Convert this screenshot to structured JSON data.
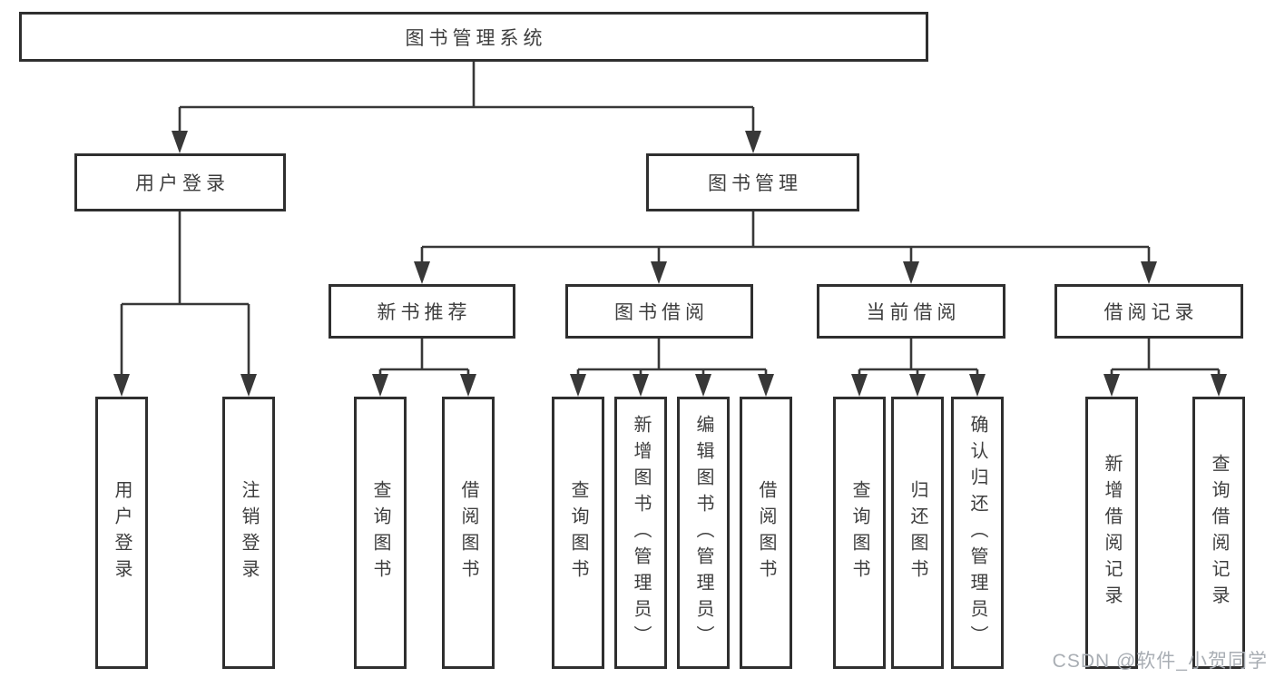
{
  "nodes": {
    "root": {
      "label": "图书管理系统"
    },
    "user_login": {
      "label": "用户登录"
    },
    "book_mgmt": {
      "label": "图书管理"
    },
    "new_book_rec": {
      "label": "新书推荐"
    },
    "book_borrow": {
      "label": "图书借阅"
    },
    "current_borrow": {
      "label": "当前借阅"
    },
    "borrow_record": {
      "label": "借阅记录"
    },
    "leaf_user_login": {
      "label": "用户登录"
    },
    "leaf_logout": {
      "label": "注销登录"
    },
    "leaf_query_book_rec": {
      "label": "查询图书"
    },
    "leaf_borrow_book_rec": {
      "label": "借阅图书"
    },
    "leaf_query_book_borrow": {
      "label": "查询图书"
    },
    "leaf_add_book_admin": {
      "label": "新增图书（管理员）"
    },
    "leaf_edit_book_admin": {
      "label": "编辑图书（管理员）"
    },
    "leaf_borrow_book_borrow": {
      "label": "借阅图书"
    },
    "leaf_query_book_current": {
      "label": "查询图书"
    },
    "leaf_return_book": {
      "label": "归还图书"
    },
    "leaf_confirm_return_admin": {
      "label": "确认归还（管理员）"
    },
    "leaf_add_borrow_record": {
      "label": "新增借阅记录"
    },
    "leaf_query_borrow_record": {
      "label": "查询借阅记录"
    }
  },
  "watermark": "CSDN @软件_小贺同学",
  "colors": {
    "line": "#383838",
    "border": "#2f2f2f",
    "text": "#3e3e3e",
    "background": "#ffffff",
    "watermark": "#a9aeb4"
  }
}
